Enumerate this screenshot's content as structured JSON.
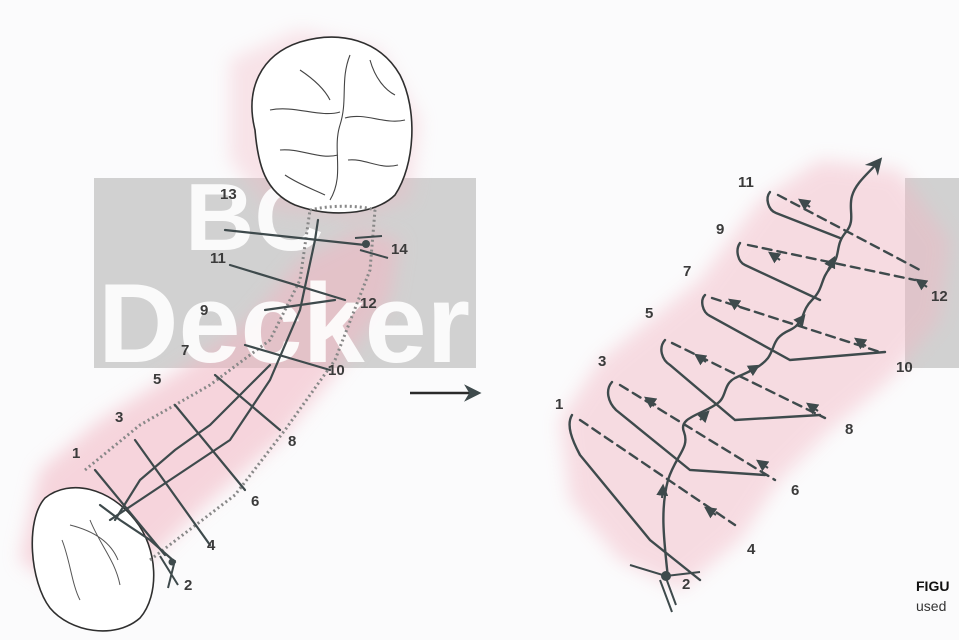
{
  "watermark": {
    "line1": "BC",
    "line2": "Decker"
  },
  "left_figure": {
    "labels": [
      "1",
      "2",
      "3",
      "4",
      "5",
      "6",
      "7",
      "8",
      "9",
      "10",
      "11",
      "12",
      "13",
      "14"
    ]
  },
  "right_figure": {
    "labels": [
      "1",
      "2",
      "3",
      "4",
      "5",
      "6",
      "7",
      "8",
      "9",
      "10",
      "11",
      "12"
    ]
  },
  "caption": {
    "prefix": "FIGU",
    "line2": "used"
  },
  "colors": {
    "gum": "#f2b6c2",
    "suture": "#3e4a4c",
    "watermark_box": "#c9c9c9",
    "text": "#3b3b3b"
  }
}
